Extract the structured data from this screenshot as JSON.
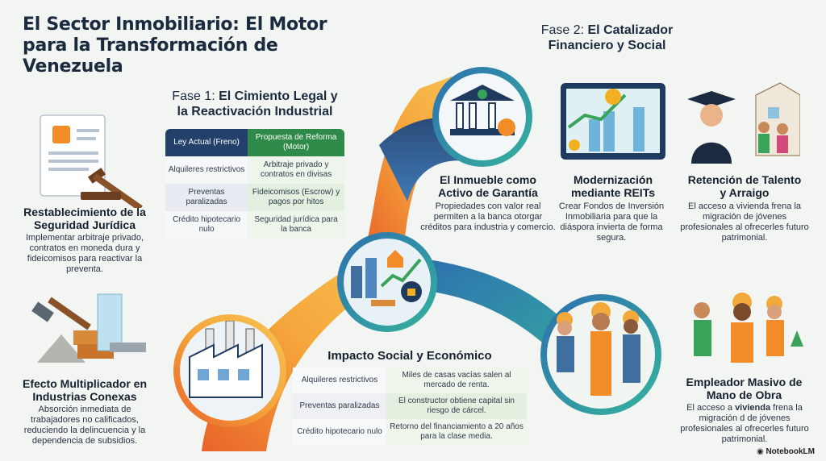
{
  "title": "El Sector Inmobiliario: El Motor para la Transformación de Venezuela",
  "fase1": {
    "prefix": "Fase 1:",
    "title": "El Cimiento Legal y la Reactivación Industrial",
    "table": {
      "headers": [
        "Ley Actual (Freno)",
        "Propuesta de Reforma (Motor)"
      ],
      "rows": [
        [
          "Alquileres restrictivos",
          "Arbitraje privado y contratos en divisas"
        ],
        [
          "Preventas paralizadas",
          "Fideicomisos (Escrow) y pagos por hitos"
        ],
        [
          "Crédito hipotecario nulo",
          "Seguridad jurídica para la banca"
        ]
      ]
    }
  },
  "fase2": {
    "prefix": "Fase 2:",
    "title": "El Catalizador Financiero y Social"
  },
  "blocks": {
    "seguridad": {
      "title": "Restablecimiento de la Seguridad Jurídica",
      "text": "Implementar arbitraje privado, contratos en moneda dura y fideicomisos para reactivar la preventa."
    },
    "multiplicador": {
      "title": "Efecto Multiplicador en Industrias Conexas",
      "text": "Absorción inmediata de trabajadores no calificados, reduciendo la delincuencia y la dependencia de subsidios."
    },
    "garantia": {
      "title": "El Inmueble como Activo de Garantía",
      "text": "Propiedades con valor real permiten a la banca otorgar créditos para industria y comercio."
    },
    "reits": {
      "title": "Modernización mediante REITs",
      "text": "Crear Fondos de Inversión Inmobiliaria para que la diáspora invierta de forma segura."
    },
    "talento": {
      "title": "Retención de Talento y Arraigo",
      "text": "El acceso a vivienda frena la migración de jóvenes profesionales al ofrecerles futuro patrimonial."
    },
    "empleador": {
      "title": "Empleador Masivo de Mano de Obra",
      "text_pre": "El acceso a ",
      "text_bold": "vivienda",
      "text_post": " frena la migración d de jóvenes profesionales al ofrecerles futuro patrimonial."
    }
  },
  "impacto": {
    "title": "Impacto Social y Económico",
    "rows": [
      [
        "Alquileres restrictivos",
        "Miles de casas vacías salen al mercado de renta."
      ],
      [
        "Preventas paralizadas",
        "El constructor obtiene capital sin riesgo de cárcel."
      ],
      [
        "Crédito hipotecario nulo",
        "Retorno del financiamiento a 20 años para la clase media."
      ]
    ]
  },
  "brand": "NotebookLM",
  "colors": {
    "navy": "#22406a",
    "green": "#2f8a4a",
    "orange": "#f28c28",
    "teal": "#2aa6a0"
  }
}
